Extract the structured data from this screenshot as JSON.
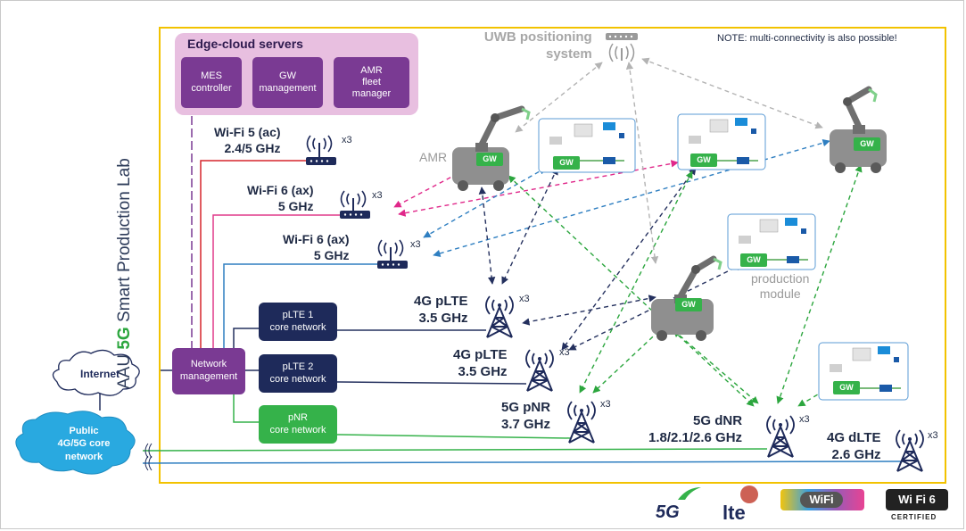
{
  "title": {
    "prefix": "AAU ",
    "highlight": "5G",
    "suffix": " Smart Production Lab"
  },
  "note": "NOTE: multi-connectivity is also possible!",
  "edge": {
    "title": "Edge-cloud servers",
    "boxes": [
      {
        "line1": "MES",
        "line2": "controller",
        "line3": ""
      },
      {
        "line1": "GW",
        "line2": "management",
        "line3": ""
      },
      {
        "line1": "AMR",
        "line2": "fleet",
        "line3": "manager"
      }
    ]
  },
  "uwb": {
    "line1": "UWB positioning",
    "line2": "system"
  },
  "wifi": [
    {
      "name": "Wi-Fi 5 (ac)",
      "band": "2.4/5 GHz",
      "count": "x3"
    },
    {
      "name": "Wi-Fi 6 (ax)",
      "band": "5 GHz",
      "count": "x3"
    },
    {
      "name": "Wi-Fi 6 (ax)",
      "band": "5 GHz",
      "count": "x3"
    }
  ],
  "cores": [
    {
      "line1": "pLTE  1",
      "line2": "core network"
    },
    {
      "line1": "pLTE  2",
      "line2": "core network"
    },
    {
      "line1": "pNR",
      "line2": "core network"
    }
  ],
  "network_mgmt": {
    "line1": "Network",
    "line2": "management"
  },
  "internet": "Internet",
  "public": {
    "line1": "Public",
    "line2": "4G/5G core",
    "line3": "network"
  },
  "towers": [
    {
      "name": "4G pLTE",
      "band": "3.5 GHz",
      "count": "x3"
    },
    {
      "name": "4G pLTE",
      "band": "3.5 GHz",
      "count": "x3"
    },
    {
      "name": "5G pNR",
      "band": "3.7 GHz",
      "count": "x3"
    },
    {
      "name": "5G dNR",
      "band": "1.8/2.1/2.6 GHz",
      "count": "x3"
    },
    {
      "name": "4G dLTE",
      "band": "2.6 GHz",
      "count": "x3"
    }
  ],
  "amr_label": "AMR",
  "gw_label": "GW",
  "production_module": {
    "line1": "production",
    "line2": "module"
  },
  "logos": {
    "g5": "5G",
    "lte": "lte",
    "wifi": "WiFi",
    "wifi6": "Wi Fi 6",
    "certified": "CERTIFIED"
  },
  "colors": {
    "purple": "#7a3a93",
    "navy": "#1e2a5a",
    "green": "#35b24a",
    "pink": "#e0288a",
    "blue": "#2f7fc1",
    "darkdash": "#24305e",
    "greendash": "#2ca63e",
    "greydash": "#b3b3b3",
    "cloud_blue": "#29a9e0",
    "frame": "#f2c200",
    "red": "#d6252b"
  }
}
